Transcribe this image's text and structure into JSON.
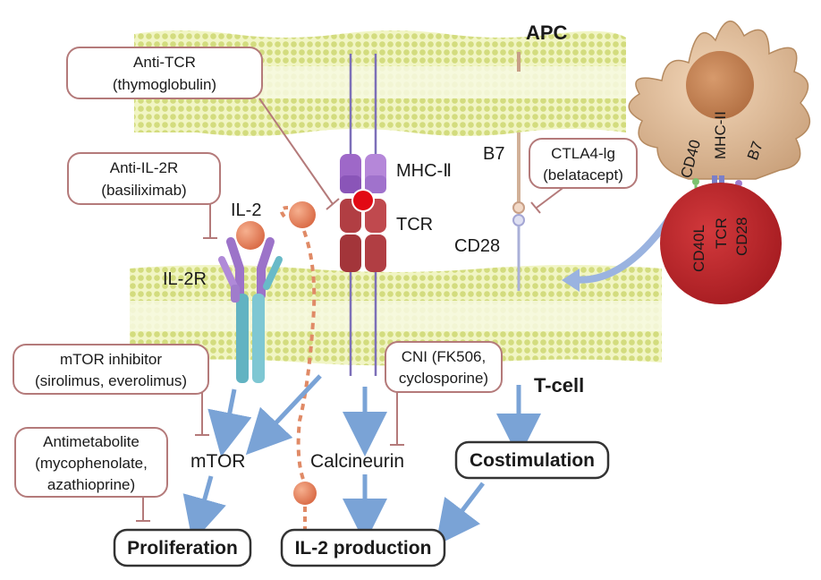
{
  "labels": {
    "apc": "APC",
    "tcell": "T-cell",
    "mhc2": "MHC-Ⅱ",
    "tcr": "TCR",
    "b7": "B7",
    "cd28": "CD28",
    "il2": "IL-2",
    "il2r": "IL-2R",
    "mtor": "mTOR",
    "calcineurin": "Calcineurin",
    "cell_cd40": "CD40",
    "cell_mhc2": "MHC-II",
    "cell_b7": "B7",
    "cell_cd40l": "CD40L",
    "cell_tcr": "TCR",
    "cell_cd28": "CD28"
  },
  "drugs": {
    "anti_tcr": [
      "Anti-TCR",
      "(thymoglobulin)"
    ],
    "anti_il2r": [
      "Anti-IL-2R",
      "(basiliximab)"
    ],
    "ctla4": [
      "CTLA4-lg",
      "(belatacept)"
    ],
    "mtor_inhibitor": [
      "mTOR inhibitor",
      "(sirolimus, everolimus)"
    ],
    "cni": [
      "CNI (FK506,",
      "cyclosporine)"
    ],
    "antimetabolite": [
      "Antimetabolite",
      "(mycophenolate,",
      "azathioprine)"
    ]
  },
  "outcomes": {
    "costimulation": "Costimulation",
    "proliferation": "Proliferation",
    "il2_production": "IL-2 production"
  },
  "colors": {
    "membrane": "#eef3b8",
    "membrane_dot": "#c9d46a",
    "arrow": "#7aa3d6",
    "inhibitor_line": "#b47a7a",
    "tcr": "#a8393d",
    "mhc": "#9e68c8",
    "il2_ball": "#e8825c",
    "apc_cell": "#c49a6c",
    "tcell": "#c9282c"
  }
}
